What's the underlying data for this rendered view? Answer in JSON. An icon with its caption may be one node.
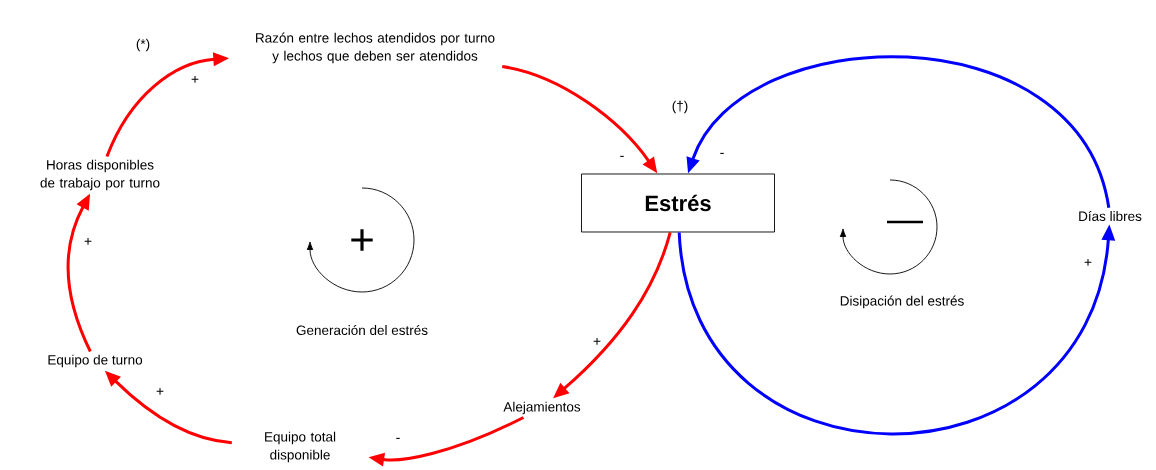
{
  "diagram": {
    "nodes": [
      {
        "text": [
          "Razón entre lechos atendidos por turno y lechos que deben ser atendidos"
        ]
      },
      {
        "text": [
          "Estrés"
        ]
      },
      {
        "text": [
          "Alejamientos"
        ]
      },
      {
        "text": [
          "Equipo total disponible"
        ]
      },
      {
        "text": [
          "Equipo de turno"
        ]
      },
      {
        "text": [
          "Horas disponibles de trabajo por turno"
        ]
      },
      {
        "text": [
          "Días libres"
        ]
      }
    ],
    "edges": [
      {
        "from": 0,
        "to": 1,
        "arrow": "to",
        "label": "-"
      },
      {
        "from": 1,
        "to": 2,
        "arrow": "to",
        "label": "+"
      },
      {
        "from": 2,
        "to": 3,
        "arrow": "to",
        "label": "-"
      },
      {
        "from": 3,
        "to": 4,
        "arrow": "to",
        "label": "+"
      },
      {
        "from": 4,
        "to": 5,
        "arrow": "to",
        "label": "+"
      },
      {
        "from": 5,
        "to": 0,
        "arrow": "to",
        "label": "+"
      },
      {
        "from": 1,
        "to": 6,
        "arrow": "to",
        "label": "+",
        "color": "#0000ff"
      },
      {
        "from": 6,
        "to": 1,
        "arrow": "to",
        "label": "-",
        "color": "#0000ff"
      }
    ],
    "labels": [
      "(*)",
      "(†)",
      "+",
      "Generación del estrés",
      "—",
      "Disipación del estrés"
    ]
  }
}
